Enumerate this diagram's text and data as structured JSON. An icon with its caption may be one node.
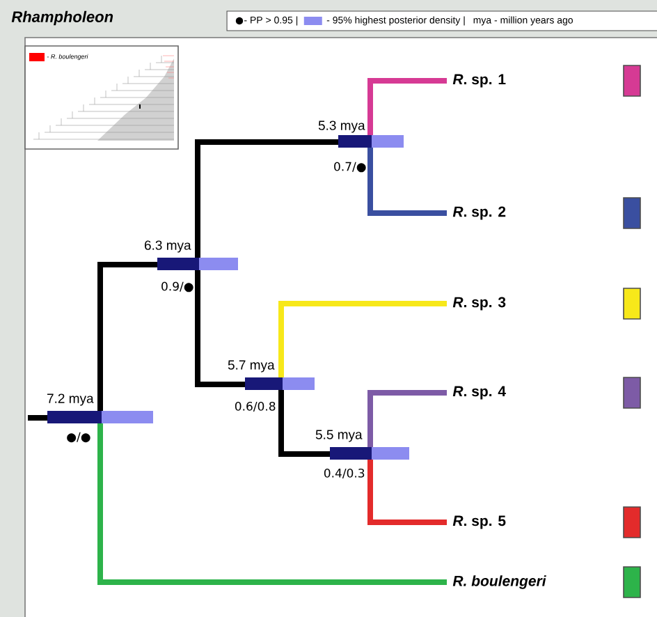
{
  "diagram": {
    "title": "Rhampholeon",
    "nodes": [
      {
        "text": [
          "7.2 mya",
          "●/●"
        ]
      },
      {
        "text": [
          "6.3 mya",
          "0.9/●"
        ]
      },
      {
        "text": [
          "5.3 mya",
          "0.7/●"
        ]
      },
      {
        "text": [
          "*R*. sp. 1"
        ]
      },
      {
        "text": [
          "*R*. sp. 2"
        ]
      },
      {
        "text": [
          "5.7 mya",
          "0.6/0.8"
        ]
      },
      {
        "text": [
          "*R*. sp. 3"
        ]
      },
      {
        "text": [
          "5.5 mya",
          "0.4/0.3"
        ]
      },
      {
        "text": [
          "*R*. sp. 4"
        ]
      },
      {
        "text": [
          "*R*. sp. 5"
        ]
      },
      {
        "text": [
          "*R. boulengeri*"
        ]
      }
    ],
    "edges": [
      {
        "from": null,
        "to": 0,
        "arrow": "none"
      },
      {
        "from": 0,
        "to": 1,
        "arrow": "none"
      },
      {
        "from": 0,
        "to": 10,
        "arrow": "none",
        "color": "#2db34a"
      },
      {
        "from": 1,
        "to": 2,
        "arrow": "none"
      },
      {
        "from": 1,
        "to": 5,
        "arrow": "none"
      },
      {
        "from": 2,
        "to": 3,
        "arrow": "none",
        "color": "#d63a94"
      },
      {
        "from": 2,
        "to": 4,
        "arrow": "none",
        "color": "#3a4fa0"
      },
      {
        "from": 5,
        "to": 6,
        "arrow": "none",
        "color": "#f7e81a"
      },
      {
        "from": 5,
        "to": 7,
        "arrow": "none"
      },
      {
        "from": 7,
        "to": 8,
        "arrow": "none",
        "color": "#7d5ba6"
      },
      {
        "from": 7,
        "to": 9,
        "arrow": "none",
        "color": "#e32b2b"
      }
    ],
    "labels": [
      "mya - million years ago"
    ],
    "legend": [
      {
        "text": "- PP > 0.95 |"
      },
      {
        "text": "- 95% highest posterior density |",
        "color": "#8c8cf0"
      },
      {
        "text": "- *R. boulengeri*",
        "color": "#ff0000"
      }
    ]
  }
}
